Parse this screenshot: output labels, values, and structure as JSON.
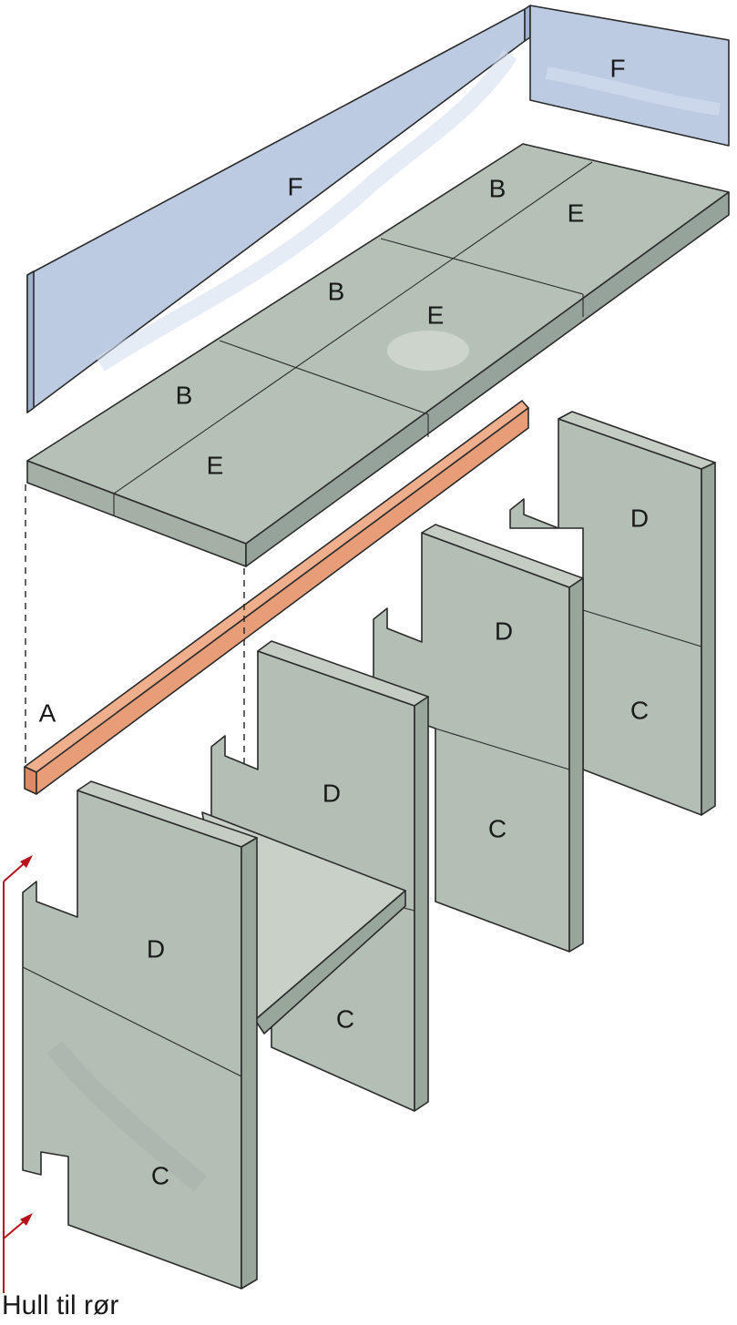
{
  "labels": {
    "f_back": "F",
    "f_side": "F",
    "b1": "B",
    "b2": "B",
    "b3": "B",
    "e1": "E",
    "e2": "E",
    "e3": "E",
    "a": "A",
    "d_front": "D",
    "c_front": "C",
    "d_mid": "D",
    "c_mid": "C",
    "d_r1": "D",
    "c_r1": "C",
    "d_r2": "D",
    "c_r2": "C"
  },
  "caption": "Hull til rør",
  "colors": {
    "concrete": "#b7c2b8",
    "concrete_dark": "#95a398",
    "concrete_light": "#cdd5cd",
    "panel": "#b9c6df",
    "wood": "#e9a27f",
    "arrow": "#b5121b"
  }
}
